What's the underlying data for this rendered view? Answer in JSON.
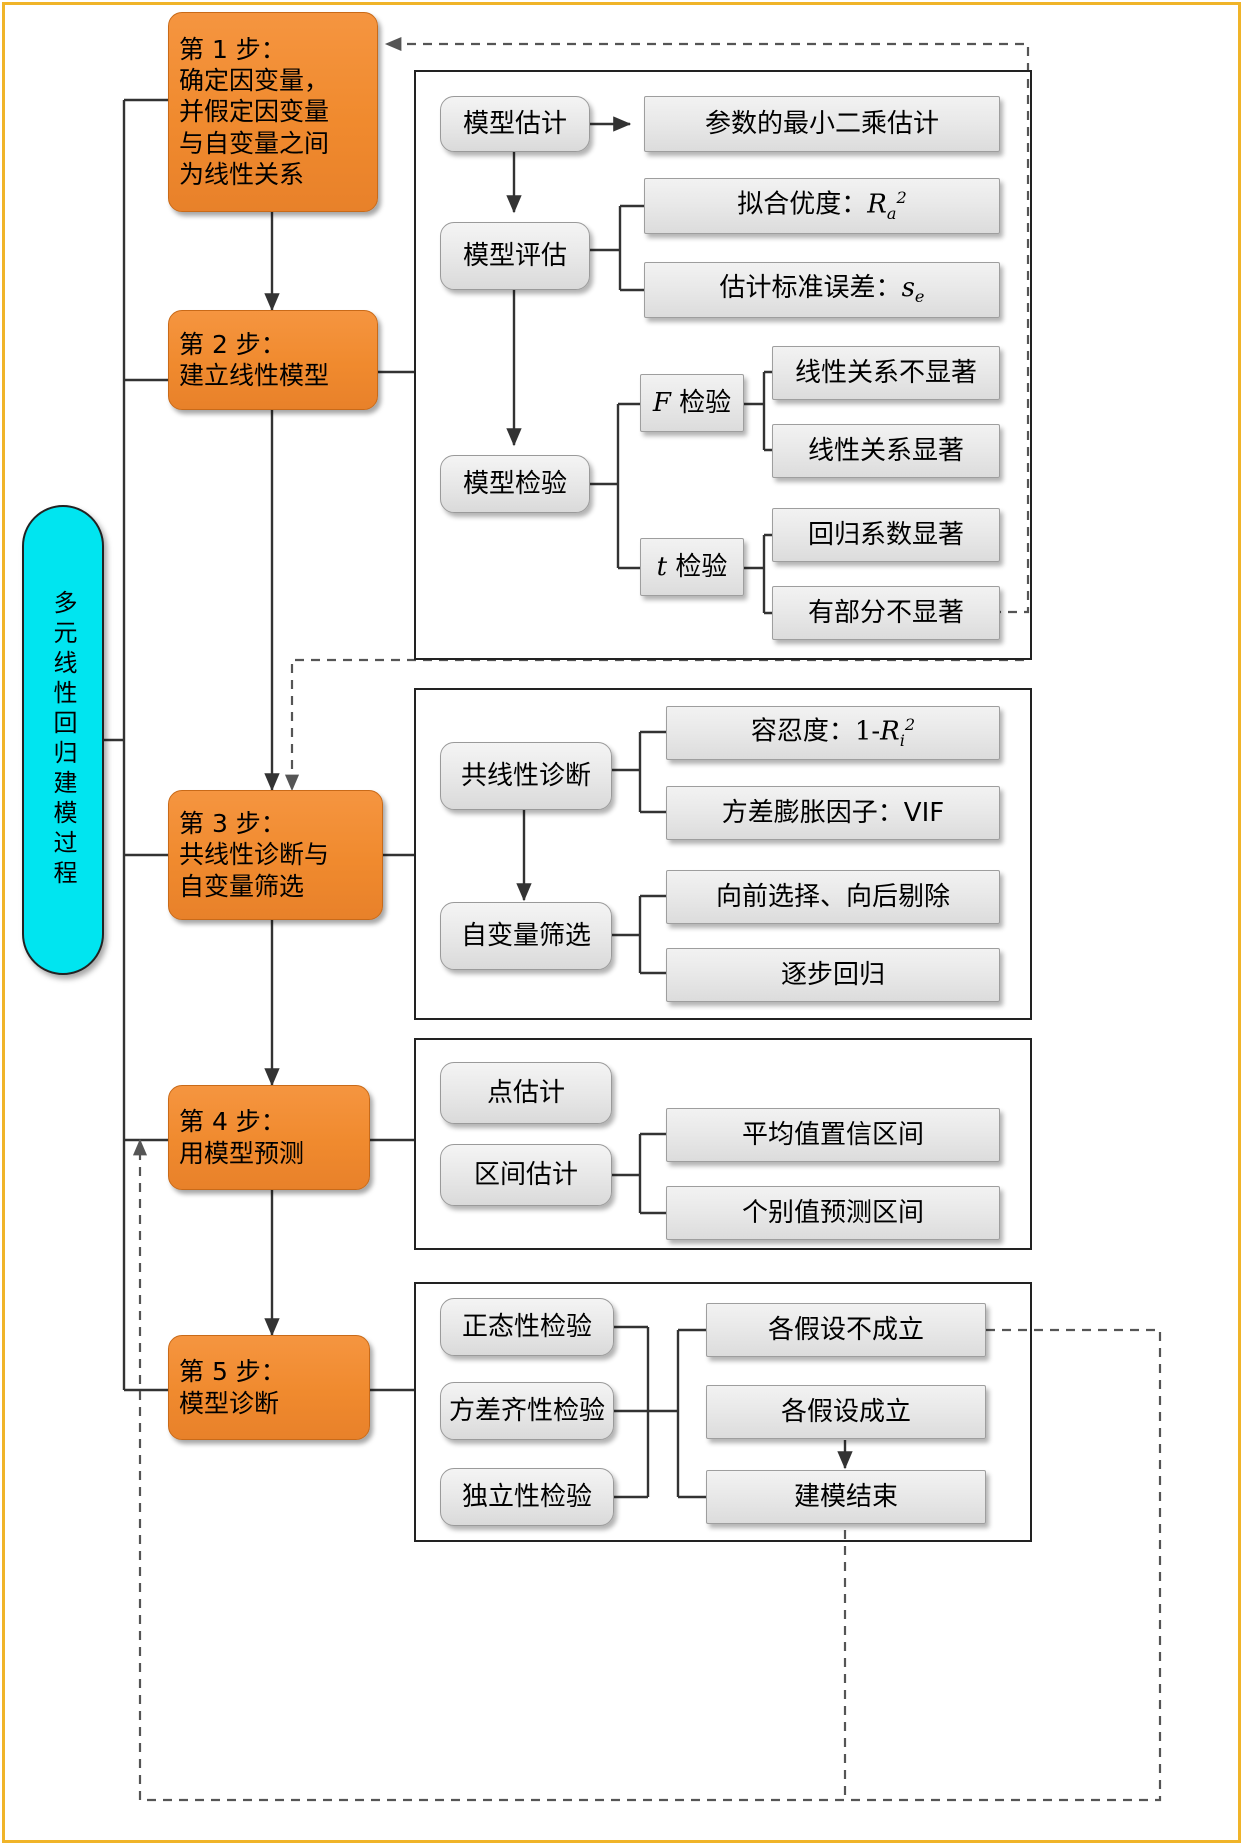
{
  "title": "多元线性回归建模过程",
  "colors": {
    "orange": "#f08a2e",
    "orange_border": "#c96a18",
    "grey": "#e8e8e8",
    "cyan": "#00e5f0",
    "frame": "#f0b429",
    "line": "#333333"
  },
  "root": {
    "label": "多元线性回归建模过程"
  },
  "steps": [
    {
      "id": "step1",
      "line1": "第 1 步：",
      "line2": "确定因变量，",
      "line3": "并假定因变量",
      "line4": "与自变量之间",
      "line5": "为线性关系"
    },
    {
      "id": "step2",
      "line1": "第 2 步：",
      "line2": "建立线性模型"
    },
    {
      "id": "step3",
      "line1": "第 3 步：",
      "line2": "共线性诊断与",
      "line3": "自变量筛选"
    },
    {
      "id": "step4",
      "line1": "第 4 步：",
      "line2": "用模型预测"
    },
    {
      "id": "step5",
      "line1": "第 5 步：",
      "line2": "模型诊断"
    }
  ],
  "group_model": {
    "nodes": {
      "estimate": "模型估计",
      "evaluate": "模型评估",
      "test": "模型检验",
      "f_test_pre": "F",
      "f_test_post": " 检验",
      "t_test_pre": "t",
      "t_test_post": " 检验"
    },
    "leaves": {
      "ols": "参数的最小二乘估计",
      "goodness_pre": "拟合优度：",
      "goodness_sym": "R",
      "goodness_sub": "a",
      "goodness_sup": "2",
      "se_pre": "估计标准误差：",
      "se_sym": "s",
      "se_sub": "e",
      "f_not_sig": "线性关系不显著",
      "f_sig": "线性关系显著",
      "t_sig": "回归系数显著",
      "t_partial": "有部分不显著"
    }
  },
  "group_collinear": {
    "nodes": {
      "diagnosis": "共线性诊断",
      "selection": "自变量筛选"
    },
    "leaves": {
      "tolerance_pre": "容忍度：",
      "tolerance_num": "1-",
      "tolerance_sym": "R",
      "tolerance_sub": "i",
      "tolerance_sup": "2",
      "vif": "方差膨胀因子：VIF",
      "forward_backward": "向前选择、向后剔除",
      "stepwise": "逐步回归"
    }
  },
  "group_predict": {
    "nodes": {
      "point": "点估计",
      "interval": "区间估计"
    },
    "leaves": {
      "mean_ci": "平均值置信区间",
      "individual_pi": "个别值预测区间"
    }
  },
  "group_diagnose": {
    "nodes": {
      "normality": "正态性检验",
      "homoscedasticity": "方差齐性检验",
      "independence": "独立性检验"
    },
    "leaves": {
      "assumptions_fail": "各假设不成立",
      "assumptions_hold": "各假设成立",
      "finish": "建模结束"
    }
  }
}
